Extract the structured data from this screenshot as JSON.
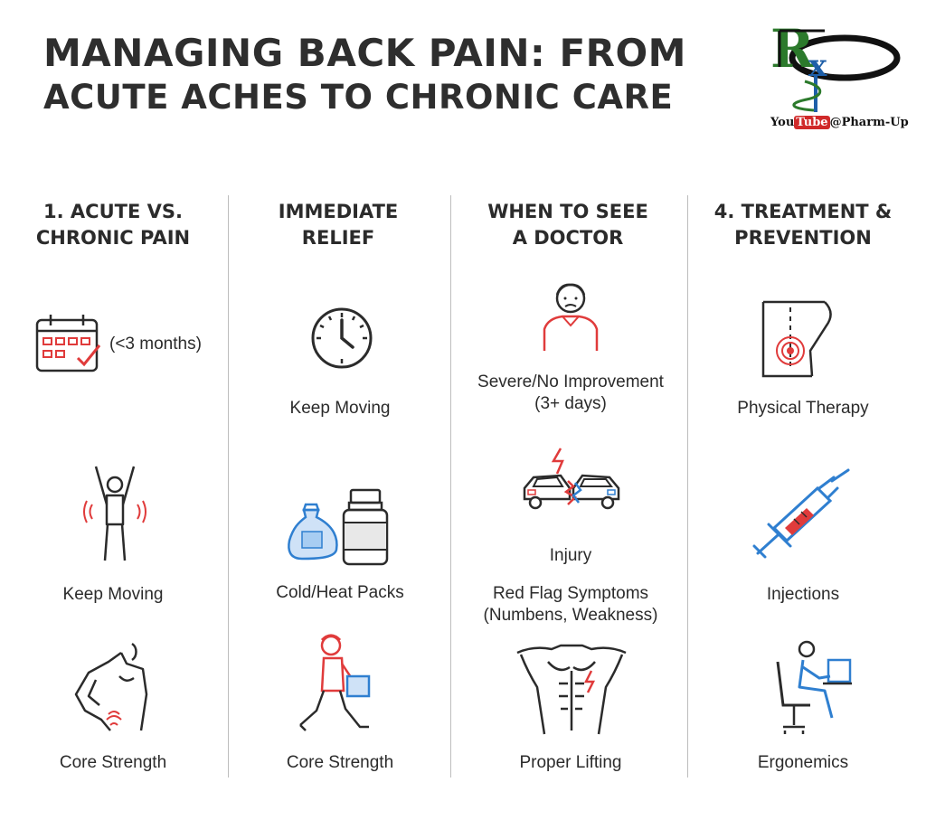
{
  "header": {
    "title_line1": "MANAGING BACK PAIN: FROM",
    "title_line2": "ACUTE ACHES TO CHRONIC CARE"
  },
  "logo": {
    "icon": "rx-caduceus-logo",
    "channel_prefix": "You",
    "channel_tube": "Tube",
    "channel_handle": "@Pharm-Up"
  },
  "colors": {
    "text": "#2b2b2b",
    "accent_red": "#e03b3b",
    "accent_blue": "#2f7fd0",
    "divider": "#bdbdbd"
  },
  "columns": [
    {
      "heading_line1": "1. ACUTE VS.",
      "heading_line2": "CHRONIC PAIN",
      "items": [
        {
          "icon": "calendar-icon",
          "label": "(<3 months)"
        },
        {
          "icon": "stretching-person-icon",
          "label": "Keep Moving"
        },
        {
          "icon": "torso-back-pain-icon",
          "label": "Core Strength"
        }
      ]
    },
    {
      "heading_line1": "IMMEDIATE",
      "heading_line2": "RELIEF",
      "items": [
        {
          "icon": "clock-icon",
          "label": "Keep Moving"
        },
        {
          "icon": "ice-pack-bottle-icon",
          "label": "Cold/Heat Packs"
        },
        {
          "icon": "lifting-box-icon",
          "label": "Core Strength"
        }
      ]
    },
    {
      "heading_line1": "WHEN TO SEEE",
      "heading_line2": "A DOCTOR",
      "items": [
        {
          "icon": "worried-person-icon",
          "label_line1": "Severe/No Improvement",
          "label_line2": "(3+ days)"
        },
        {
          "icon": "car-crash-icon",
          "label": "Injury"
        },
        {
          "icon": "warning-icon",
          "label_line1": "Red Flag Symptoms",
          "label_line2": "(Numbens, Weakness)"
        },
        {
          "icon": "muscular-torso-icon",
          "label": "Proper Lifting"
        }
      ]
    },
    {
      "heading_line1": "4. TREATMENT &",
      "heading_line2": "PREVENTION",
      "items": [
        {
          "icon": "physical-therapy-icon",
          "label": "Physical Therapy"
        },
        {
          "icon": "syringe-icon",
          "label": "Injections"
        },
        {
          "icon": "ergonomic-desk-icon",
          "label": "Ergonemics"
        }
      ]
    }
  ]
}
